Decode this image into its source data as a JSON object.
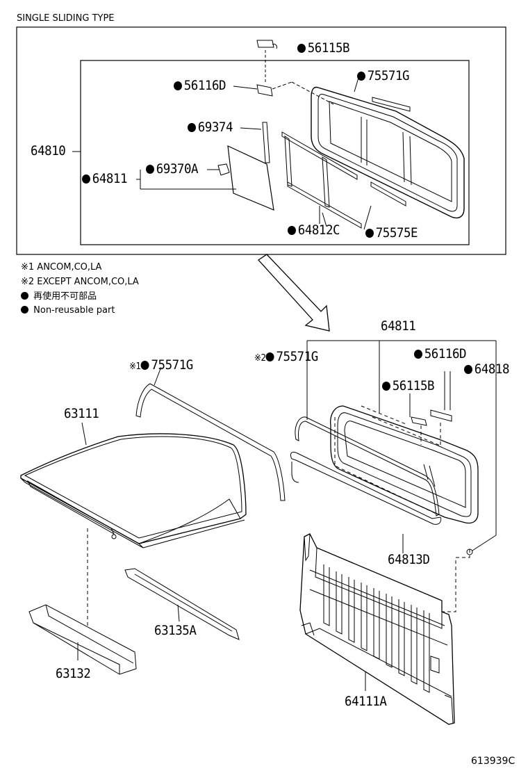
{
  "header": {
    "title": "SINGLE SLIDING TYPE"
  },
  "legend": {
    "note1": "※1 ANCOM,CO,LA",
    "note2": "※2 EXCEPT ANCOM,CO,LA",
    "non_reusable_ja": "再使用不可部品",
    "non_reusable_en": "Non-reusable part"
  },
  "inset_parts": {
    "p56115B": "56115B",
    "p56116D": "56116D",
    "p75571G": "75571G",
    "p69374": "69374",
    "p64810": "64810",
    "p69370A": "69370A",
    "p64811": "64811",
    "p64812C": "64812C",
    "p75575E": "75575E"
  },
  "main_parts": {
    "p64811": "64811",
    "p75571G_1": "75571G",
    "p75571G_2": "75571G",
    "p56116D": "56116D",
    "p64818": "64818",
    "p56115B": "56115B",
    "p63111": "63111",
    "p64813D": "64813D",
    "p63135A": "63135A",
    "p63132": "63132",
    "p64111A": "64111A"
  },
  "marks": {
    "note1": "※1",
    "note2": "※2"
  },
  "footer": {
    "code": "613939C"
  }
}
